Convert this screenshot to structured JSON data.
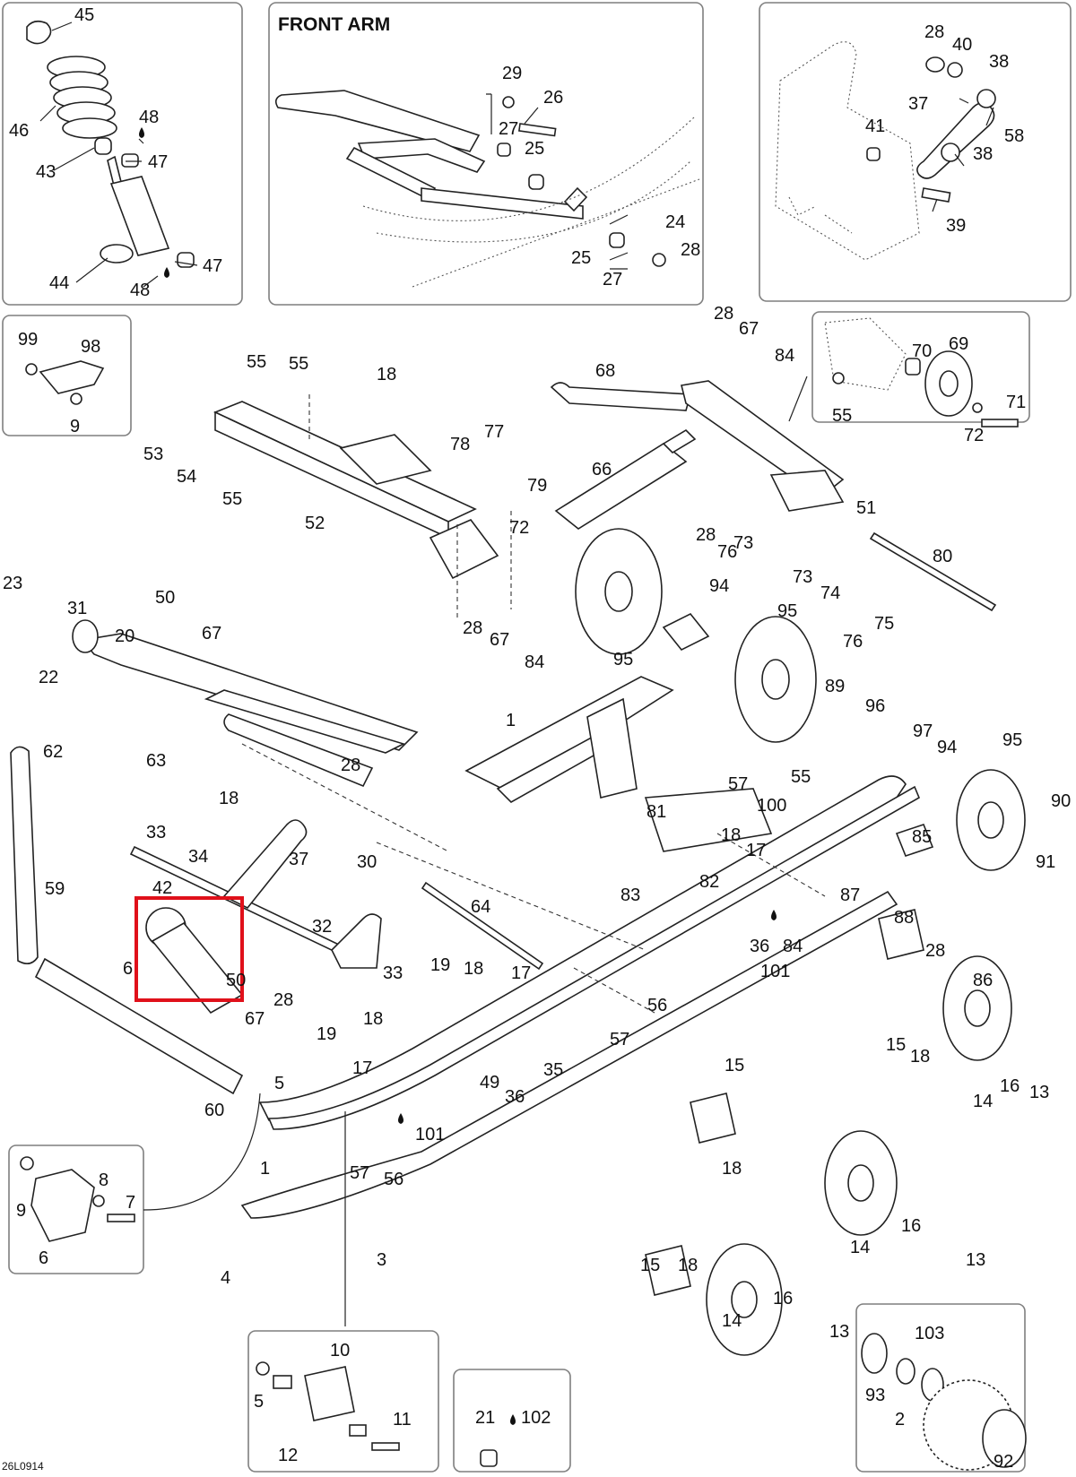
{
  "insets": {
    "front_arm_title": "FRONT ARM"
  },
  "drawing_code": "26L0914",
  "highlight_color": "#e0101a",
  "labels": [
    {
      "id": "l45",
      "t": "45"
    },
    {
      "id": "l46",
      "t": "46"
    },
    {
      "id": "l48a",
      "t": "48"
    },
    {
      "id": "l43",
      "t": "43"
    },
    {
      "id": "l47a",
      "t": "47"
    },
    {
      "id": "l44",
      "t": "44"
    },
    {
      "id": "l48b",
      "t": "48"
    },
    {
      "id": "l47b",
      "t": "47"
    },
    {
      "id": "l29",
      "t": "29"
    },
    {
      "id": "l26",
      "t": "26"
    },
    {
      "id": "l27a",
      "t": "27"
    },
    {
      "id": "l25a",
      "t": "25"
    },
    {
      "id": "l24",
      "t": "24"
    },
    {
      "id": "l25b",
      "t": "25"
    },
    {
      "id": "l28a",
      "t": "28"
    },
    {
      "id": "l27b",
      "t": "27"
    },
    {
      "id": "l28b",
      "t": "28"
    },
    {
      "id": "l40",
      "t": "40"
    },
    {
      "id": "l38a",
      "t": "38"
    },
    {
      "id": "l37a",
      "t": "37"
    },
    {
      "id": "l58",
      "t": "58"
    },
    {
      "id": "l41",
      "t": "41"
    },
    {
      "id": "l38b",
      "t": "38"
    },
    {
      "id": "l39",
      "t": "39"
    },
    {
      "id": "l99",
      "t": "99"
    },
    {
      "id": "l98",
      "t": "98"
    },
    {
      "id": "l9a",
      "t": "9"
    },
    {
      "id": "l28c",
      "t": "28"
    },
    {
      "id": "l67a",
      "t": "67"
    },
    {
      "id": "l84a",
      "t": "84"
    },
    {
      "id": "l70",
      "t": "70"
    },
    {
      "id": "l69",
      "t": "69"
    },
    {
      "id": "l55a",
      "t": "55"
    },
    {
      "id": "l72a",
      "t": "72"
    },
    {
      "id": "l71",
      "t": "71"
    },
    {
      "id": "l55b",
      "t": "55"
    },
    {
      "id": "l55c",
      "t": "55"
    },
    {
      "id": "l18a",
      "t": "18"
    },
    {
      "id": "l68",
      "t": "68"
    },
    {
      "id": "l78",
      "t": "78"
    },
    {
      "id": "l77",
      "t": "77"
    },
    {
      "id": "l53",
      "t": "53"
    },
    {
      "id": "l54",
      "t": "54"
    },
    {
      "id": "l55d",
      "t": "55"
    },
    {
      "id": "l66",
      "t": "66"
    },
    {
      "id": "l79",
      "t": "79"
    },
    {
      "id": "l72b",
      "t": "72"
    },
    {
      "id": "l52",
      "t": "52"
    },
    {
      "id": "l28d",
      "t": "28"
    },
    {
      "id": "l76a",
      "t": "76"
    },
    {
      "id": "l73a",
      "t": "73"
    },
    {
      "id": "l51",
      "t": "51"
    },
    {
      "id": "l80",
      "t": "80"
    },
    {
      "id": "l73b",
      "t": "73"
    },
    {
      "id": "l74",
      "t": "74"
    },
    {
      "id": "l75",
      "t": "75"
    },
    {
      "id": "l76b",
      "t": "76"
    },
    {
      "id": "l23",
      "t": "23"
    },
    {
      "id": "l31",
      "t": "31"
    },
    {
      "id": "l50a",
      "t": "50"
    },
    {
      "id": "l67b",
      "t": "67"
    },
    {
      "id": "l20",
      "t": "20"
    },
    {
      "id": "l22",
      "t": "22"
    },
    {
      "id": "l28e",
      "t": "28"
    },
    {
      "id": "l67c",
      "t": "67"
    },
    {
      "id": "l84b",
      "t": "84"
    },
    {
      "id": "l94a",
      "t": "94"
    },
    {
      "id": "l95a",
      "t": "95"
    },
    {
      "id": "l95b",
      "t": "95"
    },
    {
      "id": "l89",
      "t": "89"
    },
    {
      "id": "l96",
      "t": "96"
    },
    {
      "id": "l1a",
      "t": "1"
    },
    {
      "id": "l97",
      "t": "97"
    },
    {
      "id": "l94b",
      "t": "94"
    },
    {
      "id": "l95c",
      "t": "95"
    },
    {
      "id": "l62",
      "t": "62"
    },
    {
      "id": "l63",
      "t": "63"
    },
    {
      "id": "l28f",
      "t": "28"
    },
    {
      "id": "l18b",
      "t": "18"
    },
    {
      "id": "l57a",
      "t": "57"
    },
    {
      "id": "l55e",
      "t": "55"
    },
    {
      "id": "l100",
      "t": "100"
    },
    {
      "id": "l90",
      "t": "90"
    },
    {
      "id": "l81",
      "t": "81"
    },
    {
      "id": "l18c",
      "t": "18"
    },
    {
      "id": "l17a",
      "t": "17"
    },
    {
      "id": "l85",
      "t": "85"
    },
    {
      "id": "l91",
      "t": "91"
    },
    {
      "id": "l33a",
      "t": "33"
    },
    {
      "id": "l34",
      "t": "34"
    },
    {
      "id": "l37b",
      "t": "37"
    },
    {
      "id": "l30",
      "t": "30"
    },
    {
      "id": "l59",
      "t": "59"
    },
    {
      "id": "l42",
      "t": "42"
    },
    {
      "id": "l82",
      "t": "82"
    },
    {
      "id": "l83",
      "t": "83"
    },
    {
      "id": "l64",
      "t": "64"
    },
    {
      "id": "l87",
      "t": "87"
    },
    {
      "id": "l88",
      "t": "88"
    },
    {
      "id": "l32",
      "t": "32"
    },
    {
      "id": "l28g",
      "t": "28"
    },
    {
      "id": "l36a",
      "t": "36"
    },
    {
      "id": "l84c",
      "t": "84"
    },
    {
      "id": "l86",
      "t": "86"
    },
    {
      "id": "l101a",
      "t": "101"
    },
    {
      "id": "l6a",
      "t": "6"
    },
    {
      "id": "l50b",
      "t": "50"
    },
    {
      "id": "l33b",
      "t": "33"
    },
    {
      "id": "l19a",
      "t": "19"
    },
    {
      "id": "l18d",
      "t": "18"
    },
    {
      "id": "l17b",
      "t": "17"
    },
    {
      "id": "l28h",
      "t": "28"
    },
    {
      "id": "l56a",
      "t": "56"
    },
    {
      "id": "l67d",
      "t": "67"
    },
    {
      "id": "l18e",
      "t": "18"
    },
    {
      "id": "l19b",
      "t": "19"
    },
    {
      "id": "l57b",
      "t": "57"
    },
    {
      "id": "l15a",
      "t": "15"
    },
    {
      "id": "l18f",
      "t": "18"
    },
    {
      "id": "l17c",
      "t": "17"
    },
    {
      "id": "l35",
      "t": "35"
    },
    {
      "id": "l15b",
      "t": "15"
    },
    {
      "id": "l16a",
      "t": "16"
    },
    {
      "id": "l13a",
      "t": "13"
    },
    {
      "id": "l14a",
      "t": "14"
    },
    {
      "id": "l5a",
      "t": "5"
    },
    {
      "id": "l49",
      "t": "49"
    },
    {
      "id": "l36b",
      "t": "36"
    },
    {
      "id": "l60",
      "t": "60"
    },
    {
      "id": "l101b",
      "t": "101"
    },
    {
      "id": "l1b",
      "t": "1"
    },
    {
      "id": "l57c",
      "t": "57"
    },
    {
      "id": "l56b",
      "t": "56"
    },
    {
      "id": "l18g",
      "t": "18"
    },
    {
      "id": "l8",
      "t": "8"
    },
    {
      "id": "l9b",
      "t": "9"
    },
    {
      "id": "l7",
      "t": "7"
    },
    {
      "id": "l6b",
      "t": "6"
    },
    {
      "id": "l14b",
      "t": "14"
    },
    {
      "id": "l16b",
      "t": "16"
    },
    {
      "id": "l13b",
      "t": "13"
    },
    {
      "id": "l4",
      "t": "4"
    },
    {
      "id": "l3",
      "t": "3"
    },
    {
      "id": "l15c",
      "t": "15"
    },
    {
      "id": "l18h",
      "t": "18"
    },
    {
      "id": "l14c",
      "t": "14"
    },
    {
      "id": "l16c",
      "t": "16"
    },
    {
      "id": "l13c",
      "t": "13"
    },
    {
      "id": "l10",
      "t": "10"
    },
    {
      "id": "l5b",
      "t": "5"
    },
    {
      "id": "l11",
      "t": "11"
    },
    {
      "id": "l12",
      "t": "12"
    },
    {
      "id": "l21",
      "t": "21"
    },
    {
      "id": "l102",
      "t": "102"
    },
    {
      "id": "l103",
      "t": "103"
    },
    {
      "id": "l93",
      "t": "93"
    },
    {
      "id": "l2",
      "t": "2"
    },
    {
      "id": "l92",
      "t": "92"
    }
  ]
}
